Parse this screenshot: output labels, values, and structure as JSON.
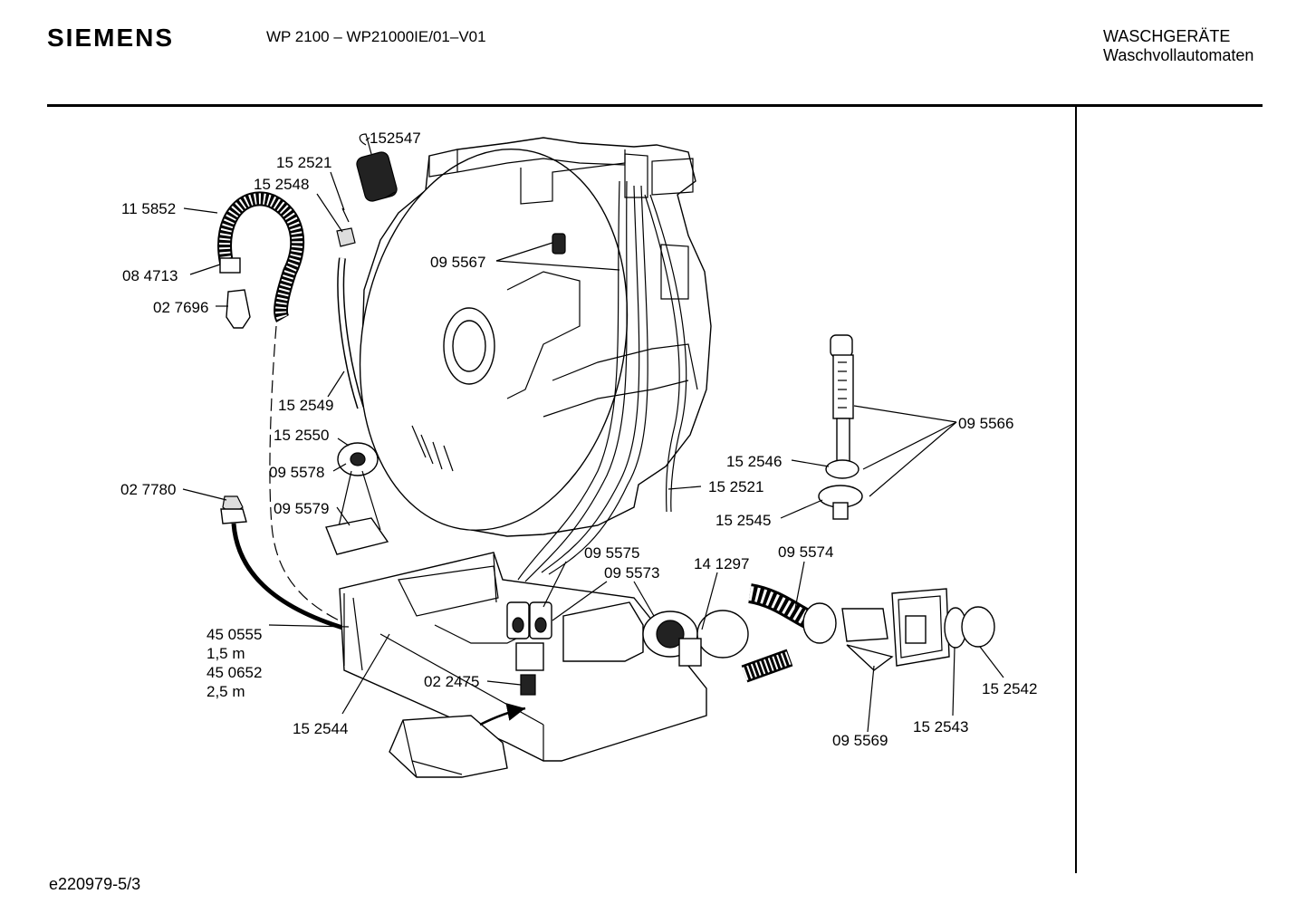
{
  "header": {
    "brand": "SIEMENS",
    "model": "WP 2100 – WP21000IE/01–V01",
    "category_line1": "WASCHGERÄTE",
    "category_line2": "Waschvollautomaten"
  },
  "footer": {
    "code": "e220979-5/3"
  },
  "part_labels": {
    "p152547": "152547",
    "p152521_top": "15 2521",
    "p152548": "15 2548",
    "p115852": "11 5852",
    "p084713": "08 4713",
    "p027696": "02 7696",
    "p095567": "09 5567",
    "p152549": "15 2549",
    "p152550": "15 2550",
    "p095578": "09 5578",
    "p027780": "02 7780",
    "p095579": "09 5579",
    "p095566": "09 5566",
    "p152546": "15 2546",
    "p152521_mid": "15 2521",
    "p152545": "15 2545",
    "p095575": "09 5575",
    "p095573": "09 5573",
    "p141297": "14 1297",
    "p095574": "09 5574",
    "p450555": "45 0555",
    "len1": "1,5 m",
    "p450652": "45 0652",
    "len2": "2,5 m",
    "p022475": "02 2475",
    "p152544": "15 2544",
    "p152542": "15 2542",
    "p152543": "15 2543",
    "p095569": "09 5569"
  }
}
